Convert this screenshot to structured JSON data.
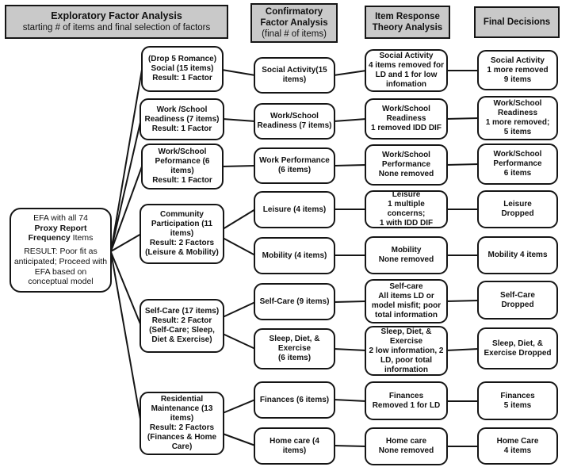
{
  "headers": [
    {
      "title": "Exploratory Factor Analysis",
      "subtitle": "starting # of items and final selection of factors"
    },
    {
      "title": "Confirmatory\nFactor Analysis",
      "subtitle": "(final # of items)"
    },
    {
      "title": "Item Response\nTheory Analysis",
      "subtitle": ""
    },
    {
      "title": "Final Decisions",
      "subtitle": ""
    }
  ],
  "efa_root": {
    "intro": "EFA with all 74",
    "bold": "Proxy Report\nFrequency",
    "after_bold": " Items",
    "result": "RESULT:  Poor fit as\nanticipated; Proceed with\nEFA based on\nconceptual model"
  },
  "efa_boxes": [
    {
      "text": "(Drop 5 Romance)\nSocial (15 items)\nResult: 1 Factor"
    },
    {
      "text": "Work /School\nReadiness (7 items)\nResult: 1 Factor"
    },
    {
      "text": "Work/School\nPeformance (6\nitems)\nResult: 1 Factor"
    },
    {
      "text": "Community\nParticipation  (11\nitems)\nResult: 2 Factors\n(Leisure & Mobility)"
    },
    {
      "text": "Self-Care (17 items)\nResult: 2 Factor\n(Self-Care; Sleep,\nDiet & Exercise)"
    },
    {
      "text": "Residential\nMaintenance (13\nitems)\nResult: 2 Factors\n(Finances & Home\nCare)"
    }
  ],
  "cfa_boxes": [
    {
      "text": "Social Activity(15\nitems)"
    },
    {
      "text": "Work/School\nReadiness (7 items)"
    },
    {
      "text": "Work Performance\n(6 items)"
    },
    {
      "text": "Leisure (4 items)"
    },
    {
      "text": "Mobility (4 items)"
    },
    {
      "text": "Self-Care (9 items)"
    },
    {
      "text": "Sleep, Diet, &\nExercise\n(6 items)"
    },
    {
      "text": "Finances (6 items)"
    },
    {
      "text": "Home care (4 items)"
    }
  ],
  "irt_boxes": [
    {
      "text": "Social Activity\n4 items removed for\nLD and 1 for low\ninfomation"
    },
    {
      "text": "Work/School\nReadiness\n1 removed IDD DIF"
    },
    {
      "text": "Work/School\nPerformance\nNone removed"
    },
    {
      "text": "Leisure\n1 multiple concerns;\n1 with  IDD DIF"
    },
    {
      "text": "Mobility\nNone removed"
    },
    {
      "text": "Self-care\nAll items LD or\nmodel misfit; poor\ntotal information"
    },
    {
      "text": "Sleep, Diet, &\nExercise\n2 low information, 2\nLD, poor total\ninformation"
    },
    {
      "text": "Finances\nRemoved 1 for LD"
    },
    {
      "text": "Home care\nNone removed"
    }
  ],
  "final_boxes": [
    {
      "text": "Social Activity\n1 more removed\n9 items"
    },
    {
      "text": "Work/School\nReadiness\n1 more removed;\n5 items"
    },
    {
      "text": "Work/School\nPerformance\n6 items"
    },
    {
      "text": "Leisure\nDropped"
    },
    {
      "text": "Mobility 4 items"
    },
    {
      "text": "Self-Care\nDropped"
    },
    {
      "text": "Sleep, Diet, &\nExercise Dropped"
    },
    {
      "text": "Finances\n5 items"
    },
    {
      "text": "Home Care\n4 items"
    }
  ],
  "colors": {
    "header_fill": "#c9c9c9",
    "line": "#151515",
    "background": "#ffffff"
  }
}
